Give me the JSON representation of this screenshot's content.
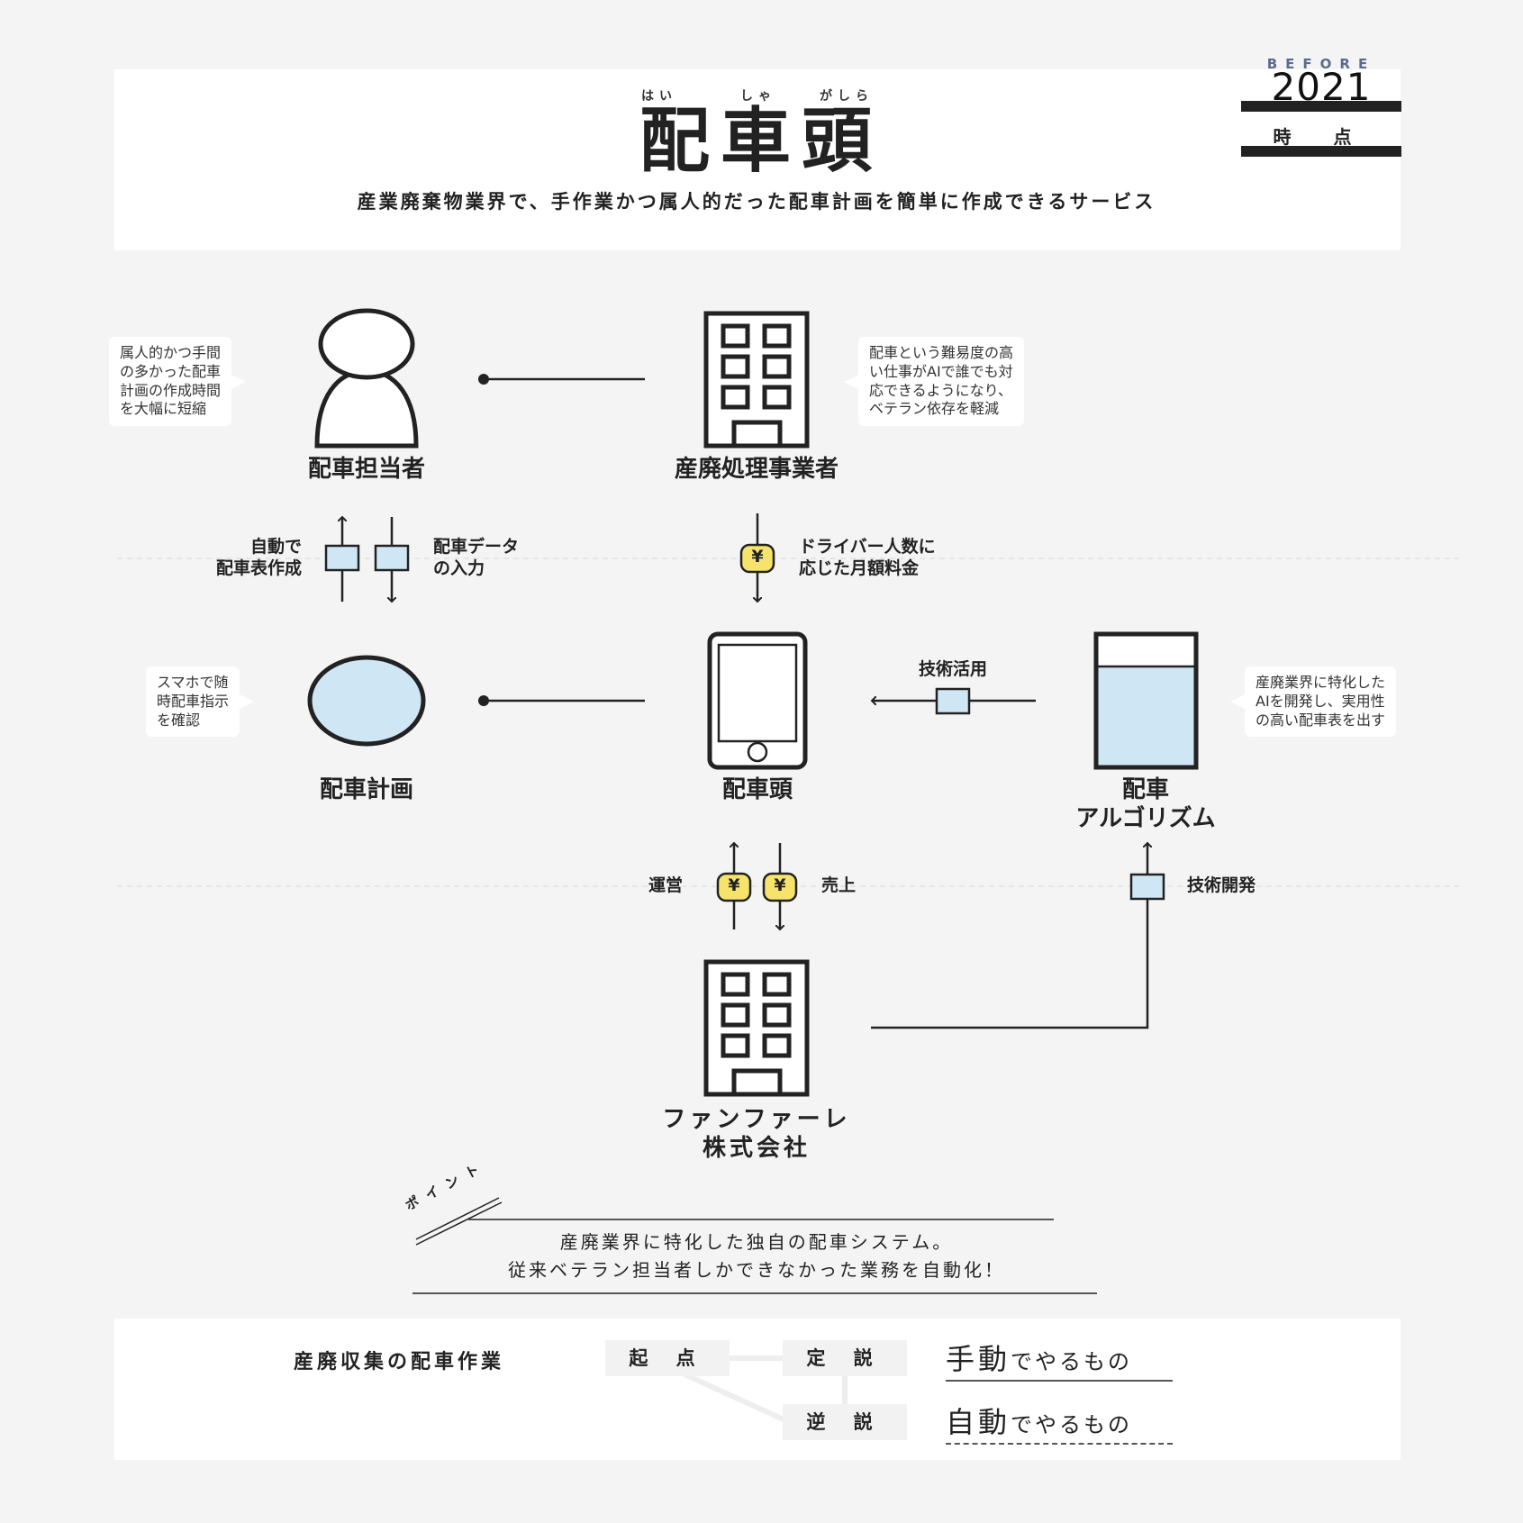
{
  "header": {
    "ruby": [
      "はい",
      "しゃ",
      "がしら"
    ],
    "title": "配車頭",
    "subtitle": "産業廃棄物業界で、手作業かつ属人的だった配車計画を簡単に作成できるサービス",
    "badge": {
      "before": "BEFORE",
      "year": "2021",
      "point": "時 点"
    }
  },
  "nodes": {
    "dispatcher": "配車担当者",
    "waste_company": "産廃処理事業者",
    "dispatch_plan": "配車計画",
    "app": "配車頭",
    "algorithm": [
      "配車",
      "アルゴリズム"
    ],
    "company": [
      "ファンファーレ",
      "株式会社"
    ]
  },
  "bubbles": {
    "dispatcher": [
      "属人的かつ手間",
      "の多かった配車",
      "計画の作成時間",
      "を大幅に短縮"
    ],
    "waste_company": [
      "配車という難易度の高",
      "い仕事がAIで誰でも対",
      "応できるようになり、",
      "ベテラン依存を軽減"
    ],
    "plan": [
      "スマホで随",
      "時配車指示",
      "を確認"
    ],
    "algorithm": [
      "産廃業界に特化した",
      "AIを開発し、実用性",
      "の高い配車表を出す"
    ]
  },
  "edges": {
    "auto_create": [
      "自動で",
      "配車表作成"
    ],
    "data_input": [
      "配車データ",
      "の入力"
    ],
    "fee": [
      "ドライバー人数に",
      "応じた月額料金"
    ],
    "tech_use": "技術活用",
    "operation": "運営",
    "sales": "売上",
    "tech_dev": "技術開発",
    "yen": "¥"
  },
  "point": {
    "tag": "ポイント",
    "lines": [
      "産廃業界に特化した独自の配車システム。",
      "従来ベテラン担当者しかできなかった業務を自動化！"
    ]
  },
  "bottom": {
    "task": "産廃収集の配車作業",
    "origin": "起 点",
    "thesis": "定 説",
    "antithesis": "逆 説",
    "manual_kanji": "手動",
    "auto_kanji": "自動",
    "suffix": "でやるもの"
  },
  "colors": {
    "background": "#f4f4f4",
    "panel": "#ffffff",
    "light_blue": "#cfe6f5",
    "yen_yellow": "#f5e36b",
    "ink": "#222222"
  }
}
